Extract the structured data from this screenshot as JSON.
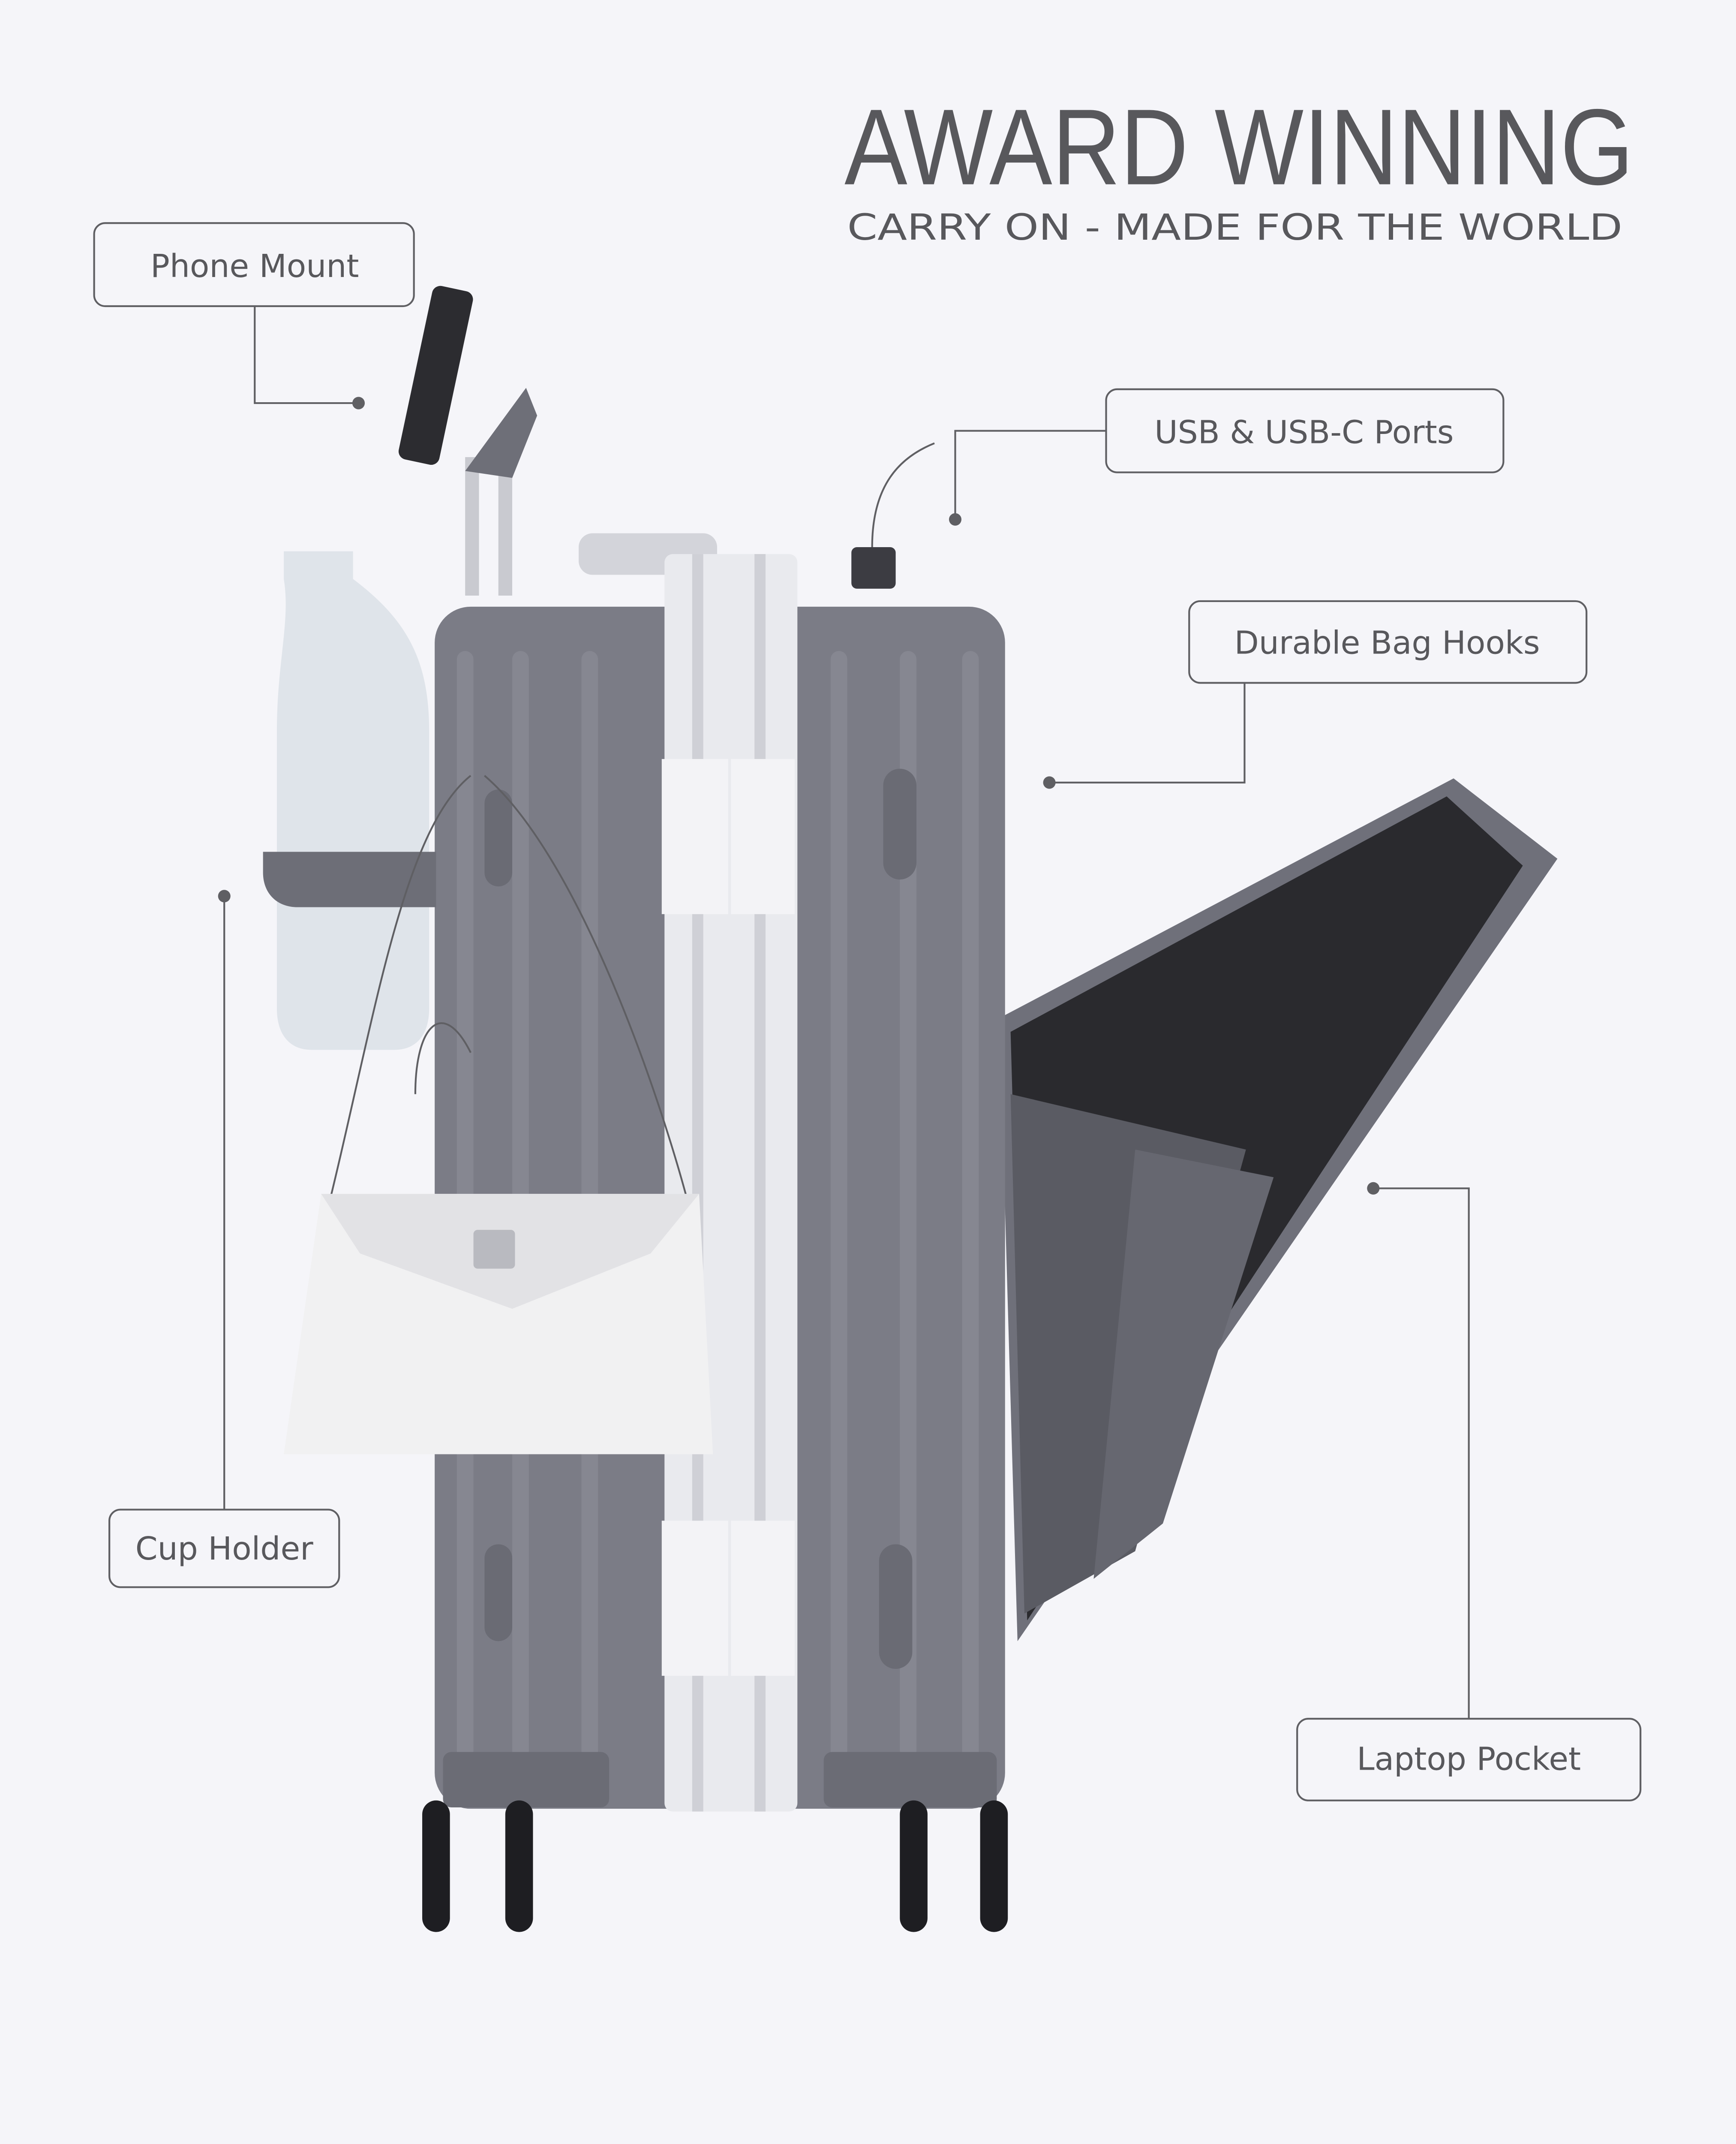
{
  "header": {
    "title": "AWARD WINNING",
    "subtitle": "CARRY ON - MADE FOR THE WORLD"
  },
  "callouts": [
    {
      "label": "Phone Mount"
    },
    {
      "label": "USB & USB-C Ports"
    },
    {
      "label": "Durable Bag Hooks"
    },
    {
      "label": "Cup Holder"
    },
    {
      "label": "Laptop Pocket"
    }
  ],
  "colors": {
    "background": "#f5f5f9",
    "text": "#58585c",
    "suitcase_shell": "#7b7c86",
    "frame": "#e9eaee"
  }
}
